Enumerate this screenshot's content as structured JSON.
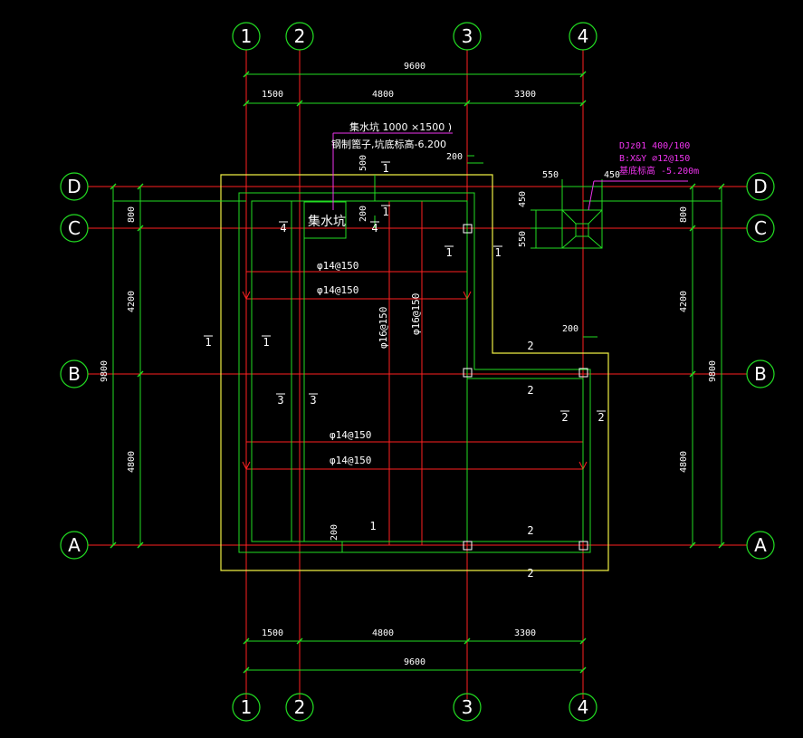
{
  "colors": {
    "background": "#000000",
    "grid": "#ff2020",
    "dimension": "#22dd22",
    "outline": "#eeee44",
    "text": "#ffffff",
    "note": "#ee33ee"
  },
  "axes": {
    "vertical": [
      "1",
      "2",
      "3",
      "4"
    ],
    "horizontal": [
      "D",
      "C",
      "B",
      "A"
    ]
  },
  "dimensions": {
    "top_total": "9600",
    "top_segments": [
      "1500",
      "4800",
      "3300"
    ],
    "bottom_segments": [
      "1500",
      "4800",
      "3300"
    ],
    "bottom_total": "9600",
    "left_total": "9800",
    "left_segments": [
      "800",
      "4200",
      "4800"
    ],
    "right_total": "9800",
    "right_segments": [
      "800",
      "4200",
      "4800"
    ],
    "pit_depth": "500",
    "pit_offset": "200",
    "wall_offset_top": "200",
    "wall_offset_mid": "200",
    "wall_offset_bottom": "200",
    "footing_width_top": "550",
    "footing_width_sub": "450",
    "footing_height_top": "450",
    "footing_height_bottom": "550",
    "right_left_seg": "800"
  },
  "annotations": {
    "pit_title": "集水坑 1000 ×1500 )",
    "pit_note": "钢制篦子,坑底标高-6.200",
    "pit_label": "集水坑",
    "footing_line1": "DJz01 400/100",
    "footing_line2": "B:X&Y ⌀12@150",
    "footing_line3": "基底标高 -5.200m"
  },
  "rebar": {
    "h_top_1": "φ14@150",
    "h_top_2": "φ14@150",
    "v_1": "φ16@150",
    "v_2": "φ16@150",
    "h_bot_1": "φ14@150",
    "h_bot_2": "φ14@150"
  },
  "sections": {
    "s1a": "1",
    "s1b": "1",
    "s1c": "1",
    "s1d": "1",
    "s1e": "1",
    "s1f": "1",
    "s1g": "1",
    "s2a": "2",
    "s2b": "2",
    "s2c": "2",
    "s2d": "2",
    "s2e": "2",
    "s2f": "2",
    "s3a": "3",
    "s3b": "3",
    "s4a": "4",
    "s4b": "4"
  }
}
